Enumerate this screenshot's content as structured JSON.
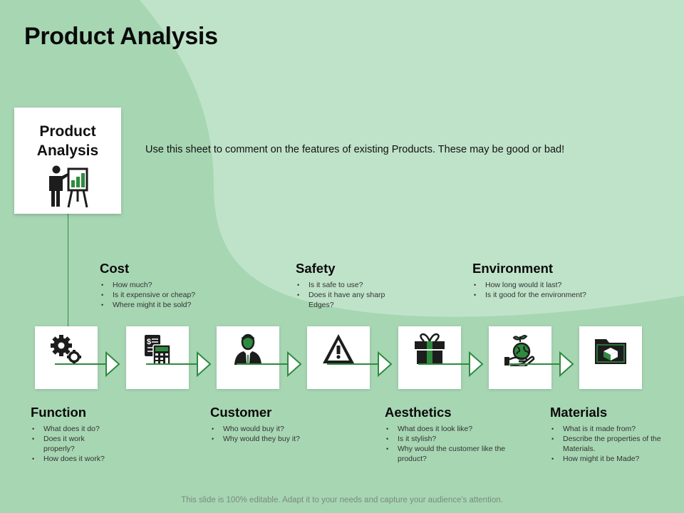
{
  "slide": {
    "title": "Product Analysis",
    "hero_title": "Product Analysis",
    "intro": "Use this sheet to comment on the features of existing Products. These may be good or bad!",
    "footer": "This slide is 100% editable. Adapt it to your needs and capture your audience's attention."
  },
  "colors": {
    "background_light": "#bfe3c9",
    "background_dark": "#a7d6b3",
    "accent_green": "#2e8b3e",
    "icon_dark": "#1d1d1d"
  },
  "icons": [
    "presentation-icon",
    "gears-icon",
    "calculator-icon",
    "customer-icon",
    "warning-icon",
    "gift-icon",
    "eco-hand-icon",
    "folder-box-icon",
    "arrow-right-icon"
  ],
  "features": {
    "cost": {
      "title": "Cost",
      "items": [
        "How much?",
        "Is it expensive or cheap?",
        "Where might it be sold?"
      ]
    },
    "safety": {
      "title": "Safety",
      "items": [
        "Is it safe to use?",
        "Does it have any sharp Edges?"
      ]
    },
    "environment": {
      "title": "Environment",
      "items": [
        "How long would it last?",
        "Is it good for the environment?"
      ]
    },
    "function": {
      "title": "Function",
      "items": [
        "What does it do?",
        "Does it work properly?",
        "How does it work?"
      ]
    },
    "customer": {
      "title": "Customer",
      "items": [
        "Who would buy it?",
        "Why would they buy it?"
      ]
    },
    "aesthetics": {
      "title": "Aesthetics",
      "items": [
        "What does it look like?",
        "Is it stylish?",
        "Why would the customer like the product?"
      ]
    },
    "materials": {
      "title": "Materials",
      "items": [
        "What is it made from?",
        "Describe the properties of the Materials.",
        "How might it be Made?"
      ]
    }
  }
}
